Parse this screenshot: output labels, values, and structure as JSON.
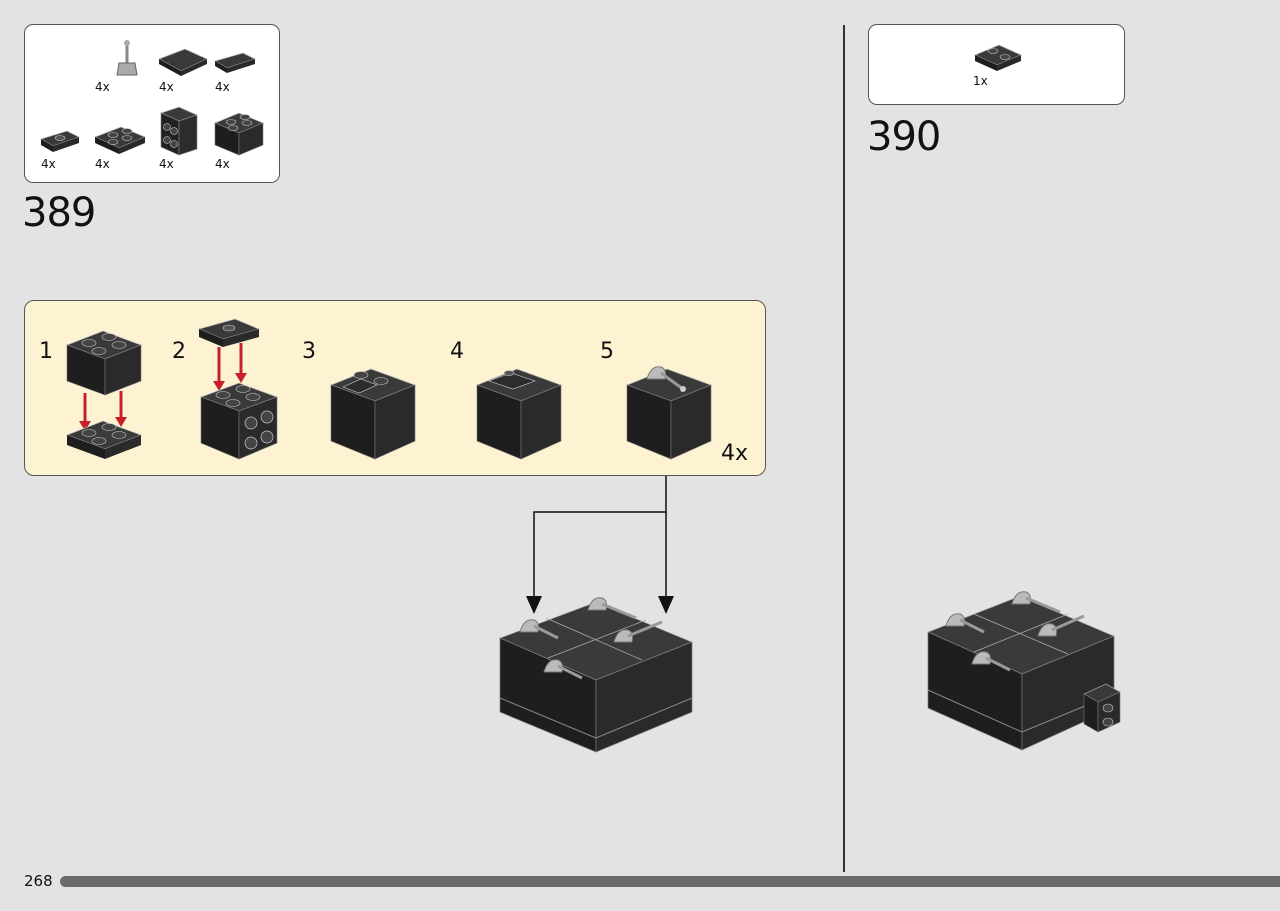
{
  "steps": [
    {
      "number": "389",
      "parts": [
        {
          "name": "lever-part",
          "qty": "4x"
        },
        {
          "name": "tile-2x2",
          "qty": "4x"
        },
        {
          "name": "tile-1x2",
          "qty": "4x"
        },
        {
          "name": "jumper-plate",
          "qty": "4x"
        },
        {
          "name": "plate-2x2",
          "qty": "4x"
        },
        {
          "name": "bracket-2x2",
          "qty": "4x"
        },
        {
          "name": "brick-2x2",
          "qty": "4x"
        }
      ],
      "substeps": [
        "1",
        "2",
        "3",
        "4",
        "5"
      ],
      "multiplier": "4x"
    },
    {
      "number": "390",
      "parts": [
        {
          "name": "jumper-plate-rounded",
          "qty": "1x"
        }
      ]
    }
  ],
  "footer": {
    "page_number": "268",
    "progress": 0.95
  },
  "colors": {
    "background": "#e3e3e3",
    "substep_bg": "#fdf3d2",
    "brick": "#2b2b2b",
    "arrow_red": "#c8202a"
  }
}
